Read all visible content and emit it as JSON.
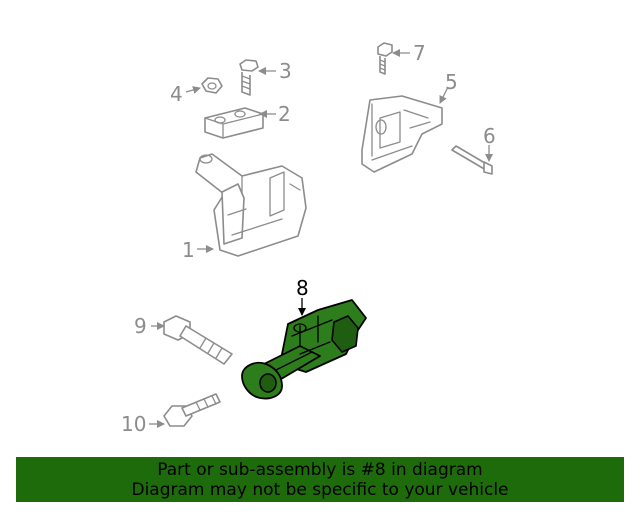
{
  "callouts": [
    {
      "num": "1"
    },
    {
      "num": "2"
    },
    {
      "num": "3"
    },
    {
      "num": "4"
    },
    {
      "num": "5"
    },
    {
      "num": "6"
    },
    {
      "num": "7"
    },
    {
      "num": "8"
    },
    {
      "num": "9"
    },
    {
      "num": "10"
    }
  ],
  "highlighted_part": "8",
  "banner": {
    "line1": "Part or sub-assembly is #8 in diagram",
    "line2": "Diagram may not be specific to your vehicle"
  },
  "colors": {
    "highlight": "#2e7d1c",
    "banner_background": "#1e6b0c",
    "outline": "#8c8c8c"
  }
}
